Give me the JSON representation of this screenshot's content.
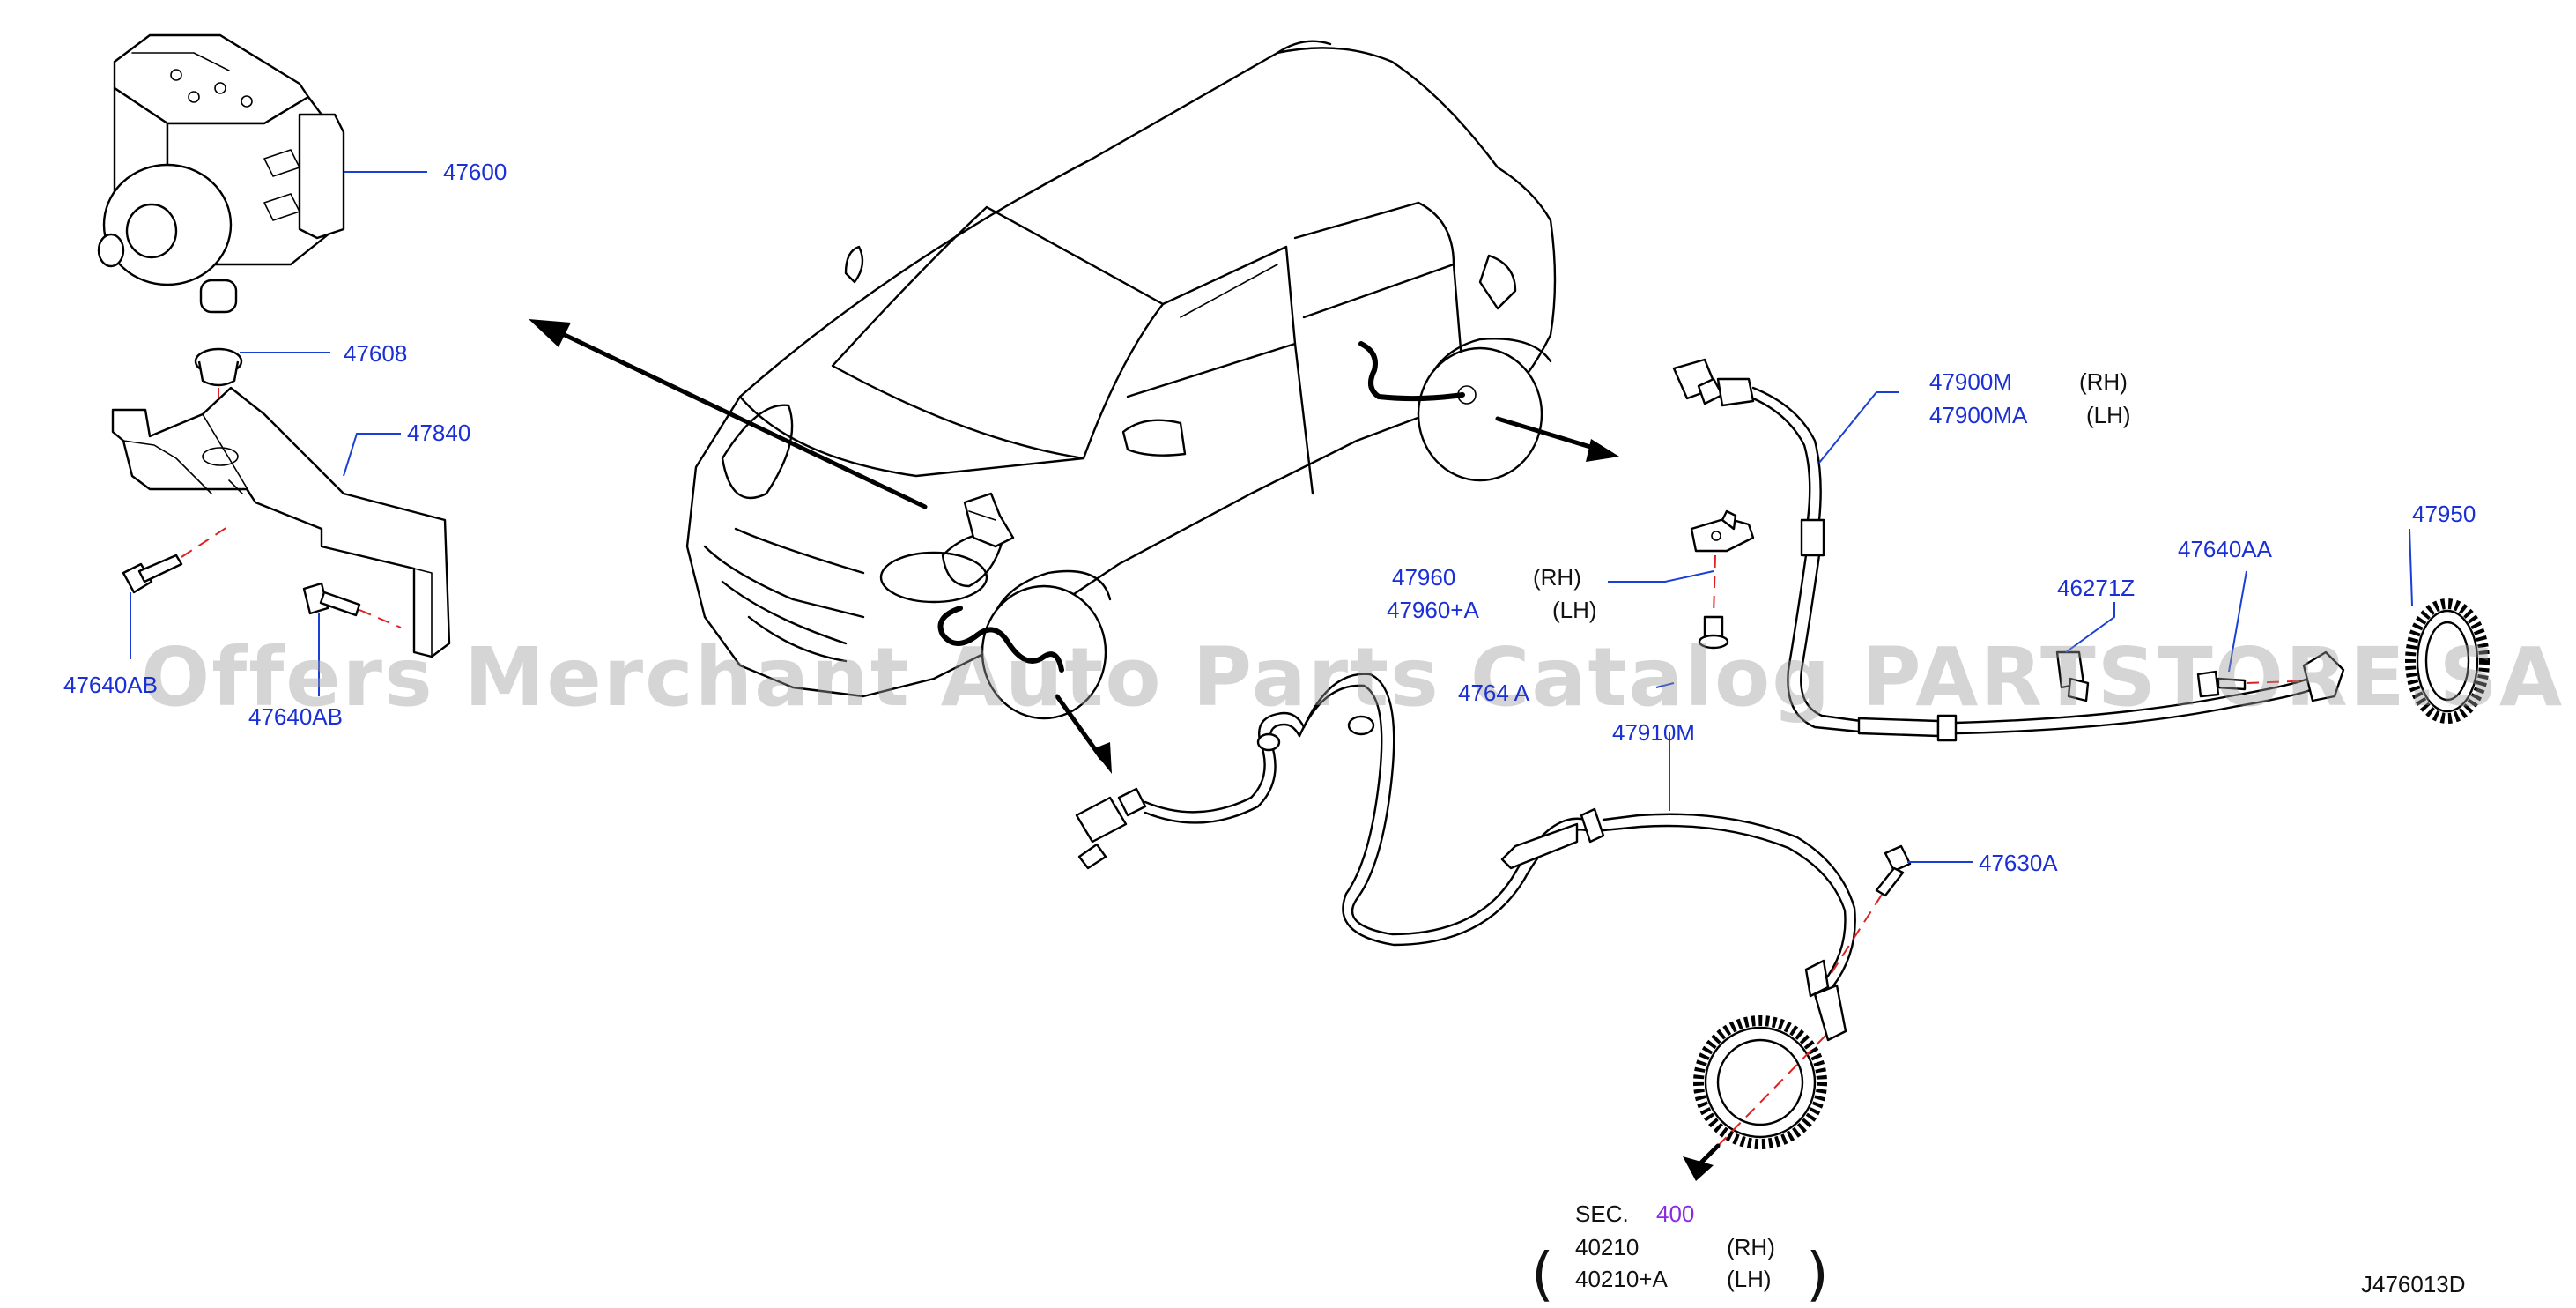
{
  "labels": {
    "abs_actuator": "47600",
    "grommet": "47608",
    "bracket": "47840",
    "bolt_left": "47640AB",
    "bolt_right": "47640AB",
    "front_sensor_rh": "47910M",
    "bracket_clip": "47960",
    "bracket_clip_alt": "47960+A",
    "rear_sensor_rh": "47900M",
    "rear_sensor_lh": "47900MA",
    "rear_bolt": "47640AA",
    "rear_clip": "46271Z",
    "rear_ring": "47950",
    "front_bolt": "47630A",
    "partial_label": "4764 A",
    "sec_prefix": "SEC.",
    "sec_number": "400",
    "hub_rh": "40210",
    "hub_lh": "40210+A",
    "rh_1": "(RH)",
    "lh_1": "(LH)",
    "rh_2": "(RH)",
    "lh_2": "(LH)",
    "rh_3": "(RH)",
    "lh_3": "(LH)",
    "paren_open": "(",
    "paren_close": ")"
  },
  "diagram_id": "J476013D",
  "watermark": "Offers Merchant Auto Parts Catalog PARTSTORE.SA",
  "colors": {
    "part_number": "#1a2fd6",
    "section_ref": "#8a2be2",
    "guide_line": "#e02020",
    "line_art": "#000000",
    "watermark": "#9a9a9a"
  }
}
